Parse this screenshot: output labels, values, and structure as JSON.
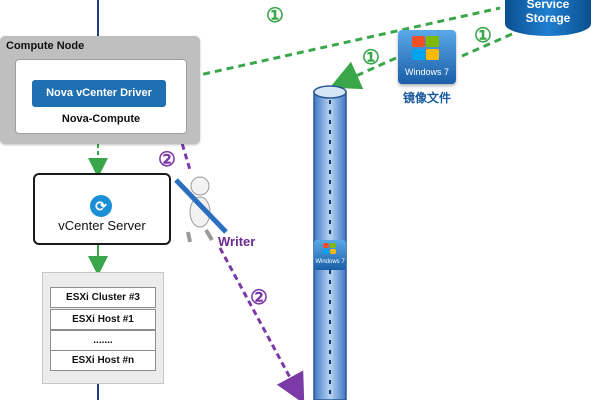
{
  "compute_node": {
    "title": "Compute Node"
  },
  "nova": {
    "driver_label": "Nova vCenter Driver",
    "compute_label": "Nova-Compute"
  },
  "vcenter": {
    "label": "vCenter  Server"
  },
  "esxi": {
    "rows": [
      "ESXi Cluster #3",
      "ESXi Host #1",
      ".......",
      "ESXi Host #n"
    ]
  },
  "storage": {
    "label_line1": "Service",
    "label_line2": "Storage"
  },
  "windows_image": {
    "logo_text": "Windows 7",
    "caption": "镜像文件",
    "small_logo_text": "Windows 7"
  },
  "steps": {
    "one": "①",
    "two": "②"
  },
  "writer": {
    "label": "Writer"
  },
  "colors": {
    "green": "#3aa64a",
    "purple": "#7c3aa8",
    "blue": "#1f70b3"
  }
}
